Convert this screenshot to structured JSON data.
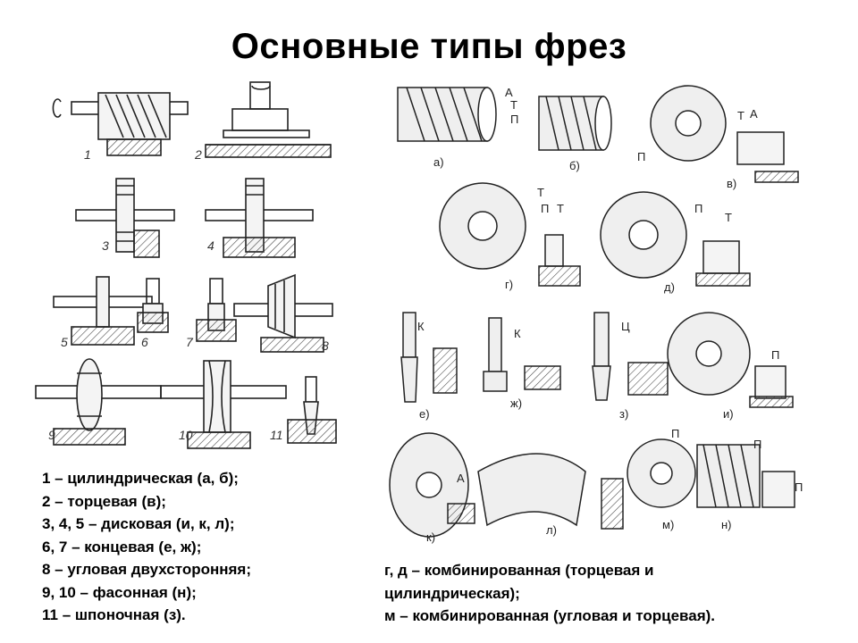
{
  "title": "Основные типы фрез",
  "left_figure": {
    "labels": [
      "1",
      "2",
      "3",
      "4",
      "5",
      "6",
      "7",
      "8",
      "9",
      "10",
      "11"
    ]
  },
  "right_figure": {
    "labels": [
      "а)",
      "б)",
      "в)",
      "г)",
      "д)",
      "е)",
      "ж)",
      "з)",
      "и)",
      "к)",
      "л)",
      "м)",
      "н)"
    ],
    "letters": {
      "A": "А",
      "T": "Т",
      "P": "П",
      "K": "К",
      "C": "Ц"
    }
  },
  "legend_left": [
    "1 – цилиндрическая (а, б);",
    "2 – торцевая (в);",
    "3, 4, 5 – дисковая (и, к, л);",
    "6, 7 – концевая (е, ж);",
    "8 – угловая двухсторонняя;",
    "9, 10 – фасонная (н);",
    "11 – шпоночная (з)."
  ],
  "legend_right": [
    "г, д – комбинированная (торцевая и",
    "цилиндрическая);",
    "м – комбинированная (угловая и торцевая)."
  ]
}
